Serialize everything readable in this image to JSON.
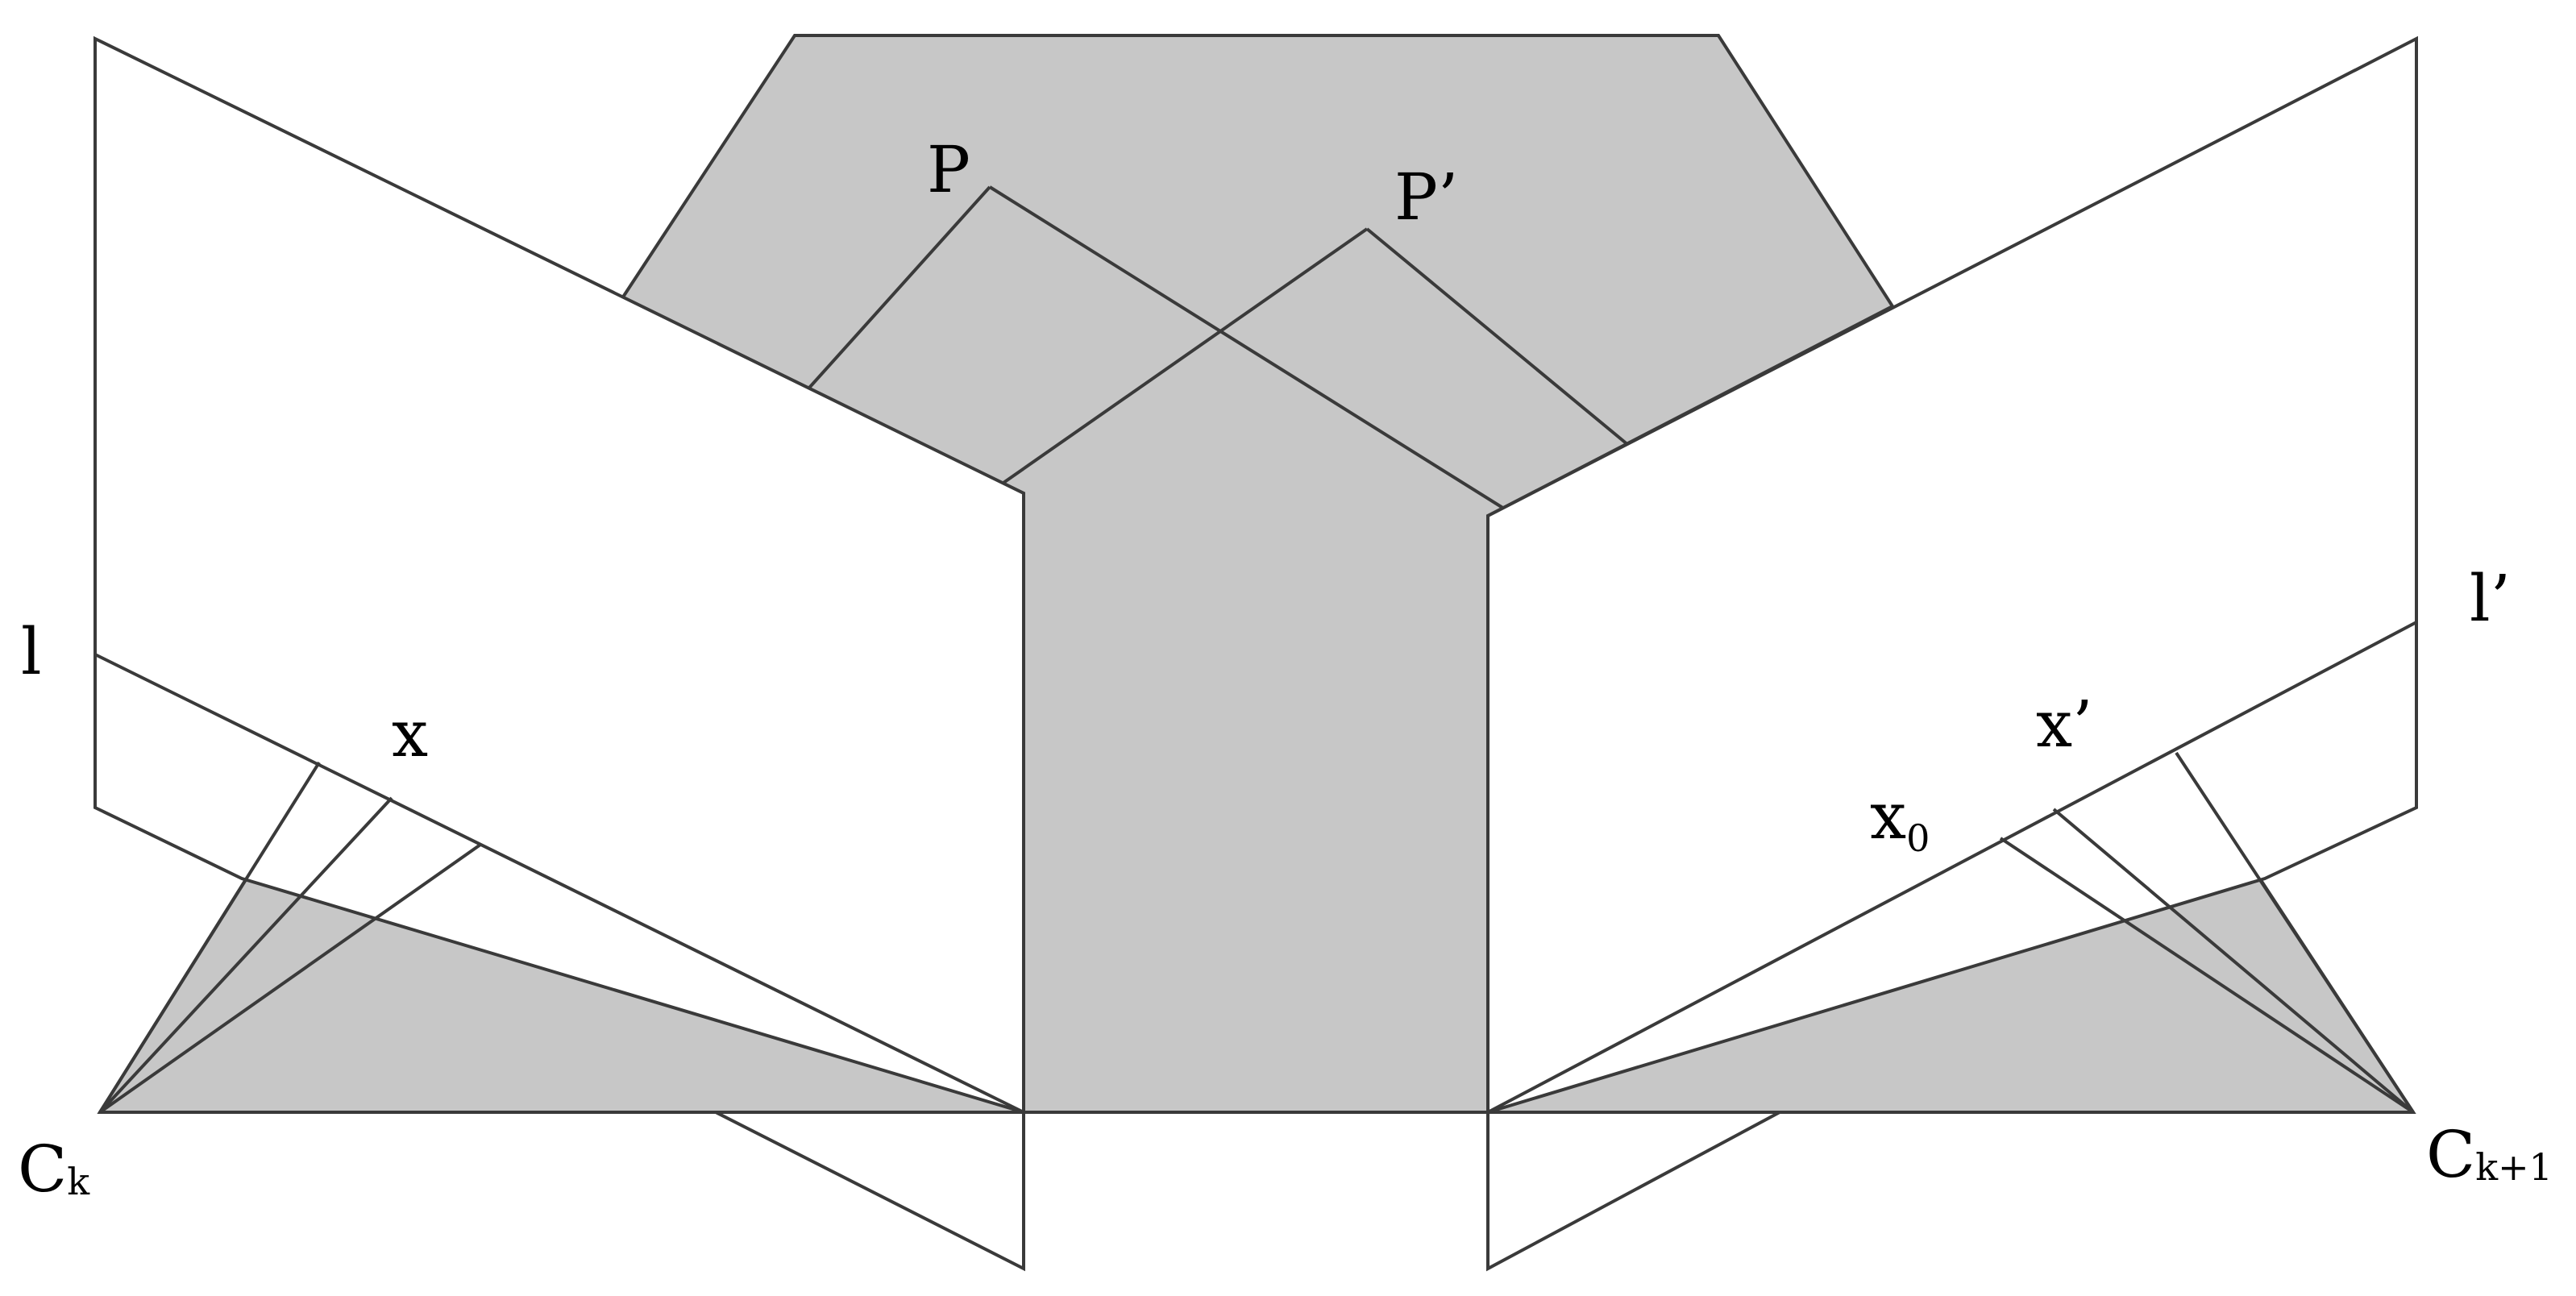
{
  "figure": {
    "labels": {
      "P": "P",
      "P_prime": "P’",
      "l": "l",
      "l_prime": "l’",
      "x": "x",
      "x_prime": "x’",
      "x0_base": "x",
      "x0_sub": "0",
      "Ck_base": "C",
      "Ck_sub": "k",
      "Ck1_base": "C",
      "Ck1_sub": "k+1"
    },
    "colors": {
      "shade": "#c7c7c7",
      "plane": "#ffffff",
      "stroke": "#3a3a3a",
      "text": "#000000"
    }
  }
}
